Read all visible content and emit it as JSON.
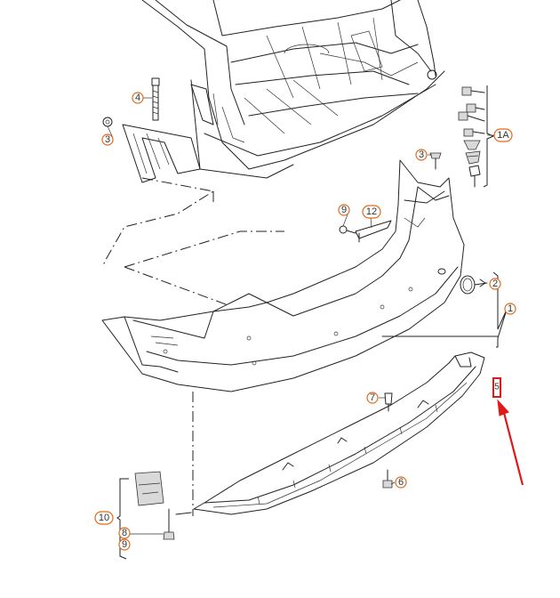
{
  "callouts": {
    "c1": "1",
    "c1a": "1A",
    "c2": "2",
    "c3a": "3",
    "c3b": "3",
    "c4": "4",
    "c5": "5",
    "c6": "6",
    "c7": "7",
    "c8": "8",
    "c9a": "9",
    "c9b": "9",
    "c10": "10",
    "c12": "12"
  },
  "colors": {
    "callout_ring": "#e06a1a",
    "highlight": "#e01818"
  }
}
